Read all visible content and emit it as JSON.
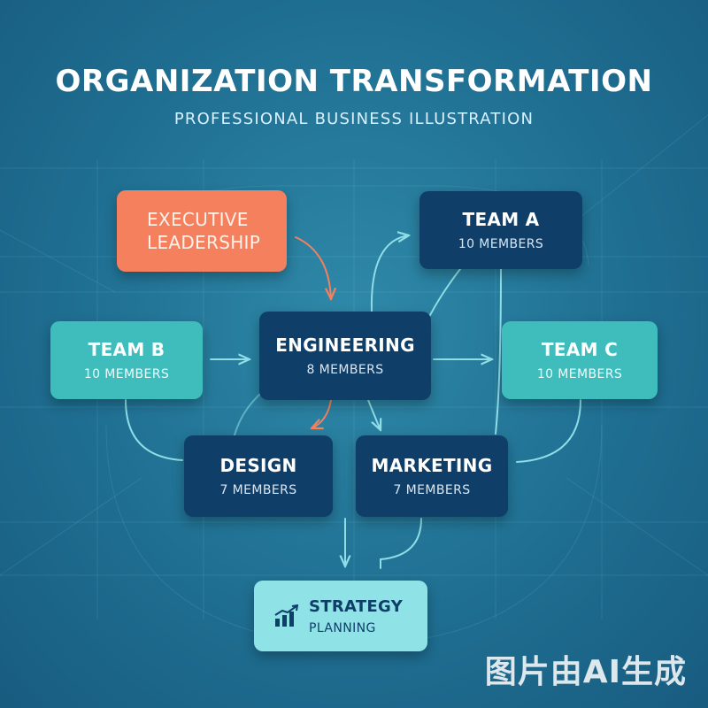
{
  "header": {
    "title": "ORGANIZATION TRANSFORMATION",
    "subtitle": "PROFESSIONAL BUSINESS ILLUSTRATION"
  },
  "nodes": {
    "executive": {
      "line1": "EXECUTIVE",
      "line2": "LEADERSHIP"
    },
    "team_a": {
      "name": "TEAM A",
      "members": "10 MEMBERS"
    },
    "team_b": {
      "name": "TEAM B",
      "members": "10 MEMBERS"
    },
    "engineering": {
      "name": "ENGINEERING",
      "members": "8 MEMBERS"
    },
    "team_c": {
      "name": "TEAM C",
      "members": "10 MEMBERS"
    },
    "design": {
      "name": "DESIGN",
      "members": "7 MEMBERS"
    },
    "marketing": {
      "name": "MARKETING",
      "members": "7 MEMBERS"
    },
    "strategy": {
      "line1": "STRATEGY",
      "line2": "PLANNING",
      "icon": "growth-chart-icon"
    }
  },
  "watermark": "图片由AI生成",
  "colors": {
    "background": "#1f6f92",
    "node_dark": "#0f3f69",
    "node_teal": "#3fbdbd",
    "node_exec": "#f5805e",
    "node_strategy": "#8fe3e6",
    "connector": "#8fdde6",
    "connector_accent": "#f5805e"
  }
}
